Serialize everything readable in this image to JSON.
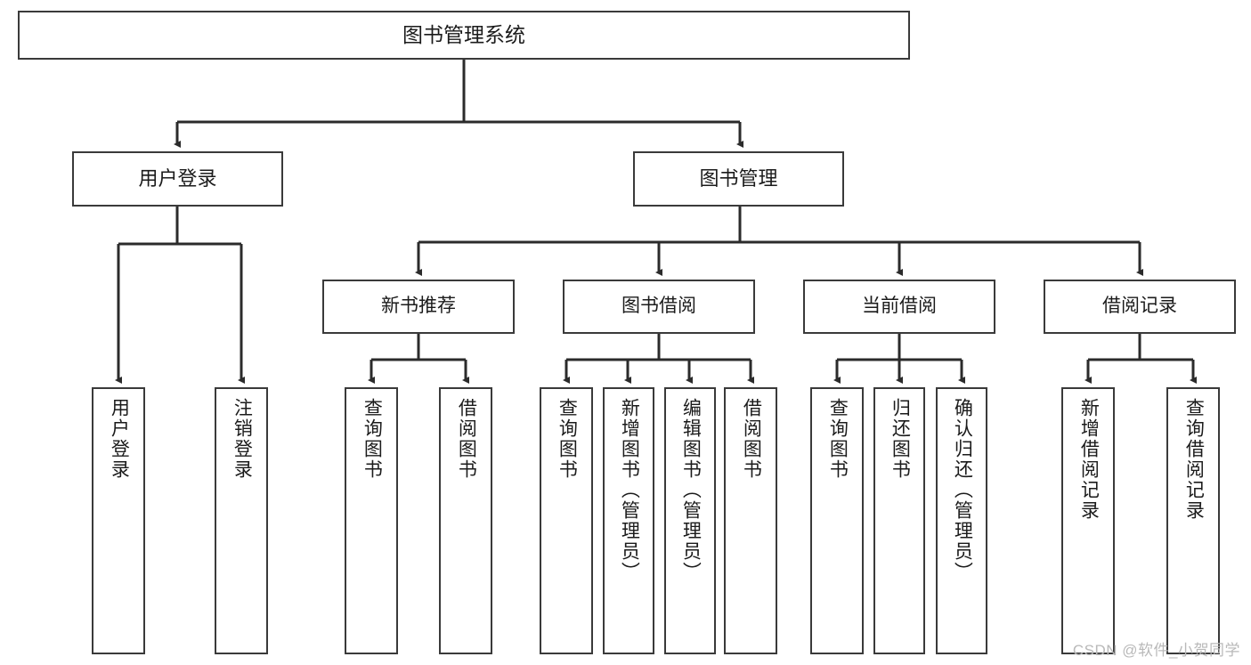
{
  "diagram": {
    "type": "tree-hierarchy-diagram",
    "title": "图书管理系统",
    "colors": {
      "box_border": "#3a3a3a",
      "box_fill": "#ffffff",
      "edge": "#2b2b2b",
      "text": "#1b1b1b",
      "watermark": "#b9b9b9",
      "background": "#ffffff"
    },
    "root": {
      "label": "图书管理系统"
    },
    "level2": [
      {
        "label": "用户登录"
      },
      {
        "label": "图书管理"
      }
    ],
    "level3": [
      {
        "label": "新书推荐"
      },
      {
        "label": "图书借阅"
      },
      {
        "label": "当前借阅"
      },
      {
        "label": "借阅记录"
      }
    ],
    "leaves": {
      "user_login": [
        {
          "label": "用户登录"
        },
        {
          "label": "注销登录"
        }
      ],
      "new_book_recommend": [
        {
          "label": "查询图书"
        },
        {
          "label": "借阅图书"
        }
      ],
      "book_borrow": [
        {
          "label": "查询图书"
        },
        {
          "label": "新增图书（管理员）"
        },
        {
          "label": "编辑图书（管理员）"
        },
        {
          "label": "借阅图书"
        }
      ],
      "current_borrow": [
        {
          "label": "查询图书"
        },
        {
          "label": "归还图书"
        },
        {
          "label": "确认归还（管理员）"
        }
      ],
      "borrow_record": [
        {
          "label": "新增借阅记录"
        },
        {
          "label": "查询借阅记录"
        }
      ]
    },
    "watermark": "CSDN @软件_小贺同学"
  }
}
